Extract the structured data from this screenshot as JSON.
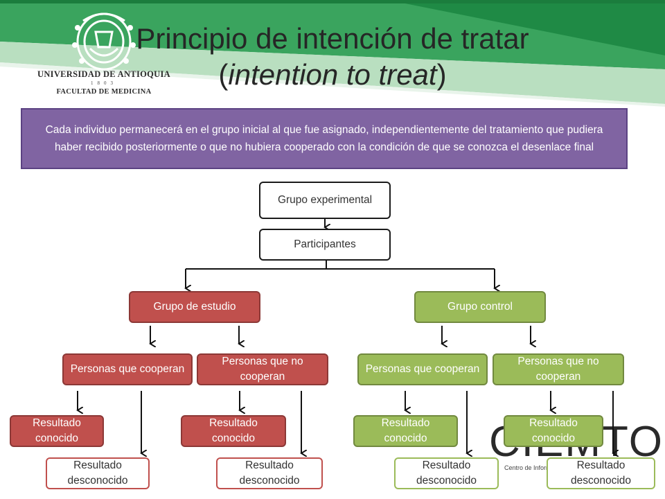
{
  "header": {
    "university": "UNIVERSIDAD DE ANTIOQUIA",
    "year": "1803",
    "faculty": "FACULTAD DE MEDICINA"
  },
  "slide": {
    "title_line1": "Principio de intención de tratar",
    "title_line2_open": "(",
    "title_line2_em": "intention to treat",
    "title_line2_close": ")",
    "definition": "Cada individuo permanecerá en el grupo inicial al que fue asignado, independientemente del tratamiento que pudiera haber recibido posteriormente o que no hubiera cooperado con la condición de que se conozca el desenlace final"
  },
  "flow": {
    "experimental": "Grupo experimental",
    "participants": "Participantes",
    "study_group": "Grupo de estudio",
    "control_group": "Grupo control",
    "study_coop": "Personas que cooperan",
    "study_nocoop": "Personas que no cooperan",
    "control_coop": "Personas que cooperan",
    "control_nocoop": "Personas que no cooperan",
    "known_1": "Resultado conocido",
    "known_2": "Resultado conocido",
    "known_3": "Resultado conocido",
    "known_4": "Resultado conocido",
    "unknown_1": "Resultado desconocido",
    "unknown_2": "Resultado desconocido",
    "unknown_3": "Resultado desconocido",
    "unknown_4": "Resultado desconocido"
  },
  "watermark": {
    "brand": "CIEMTO",
    "caption": "Centro de Información"
  },
  "colors": {
    "purple": "#8064a2",
    "red": "#c0504d",
    "green": "#9bbb59",
    "stripe_dark": "#1e9a4c",
    "stripe_light": "#3cb55a"
  }
}
